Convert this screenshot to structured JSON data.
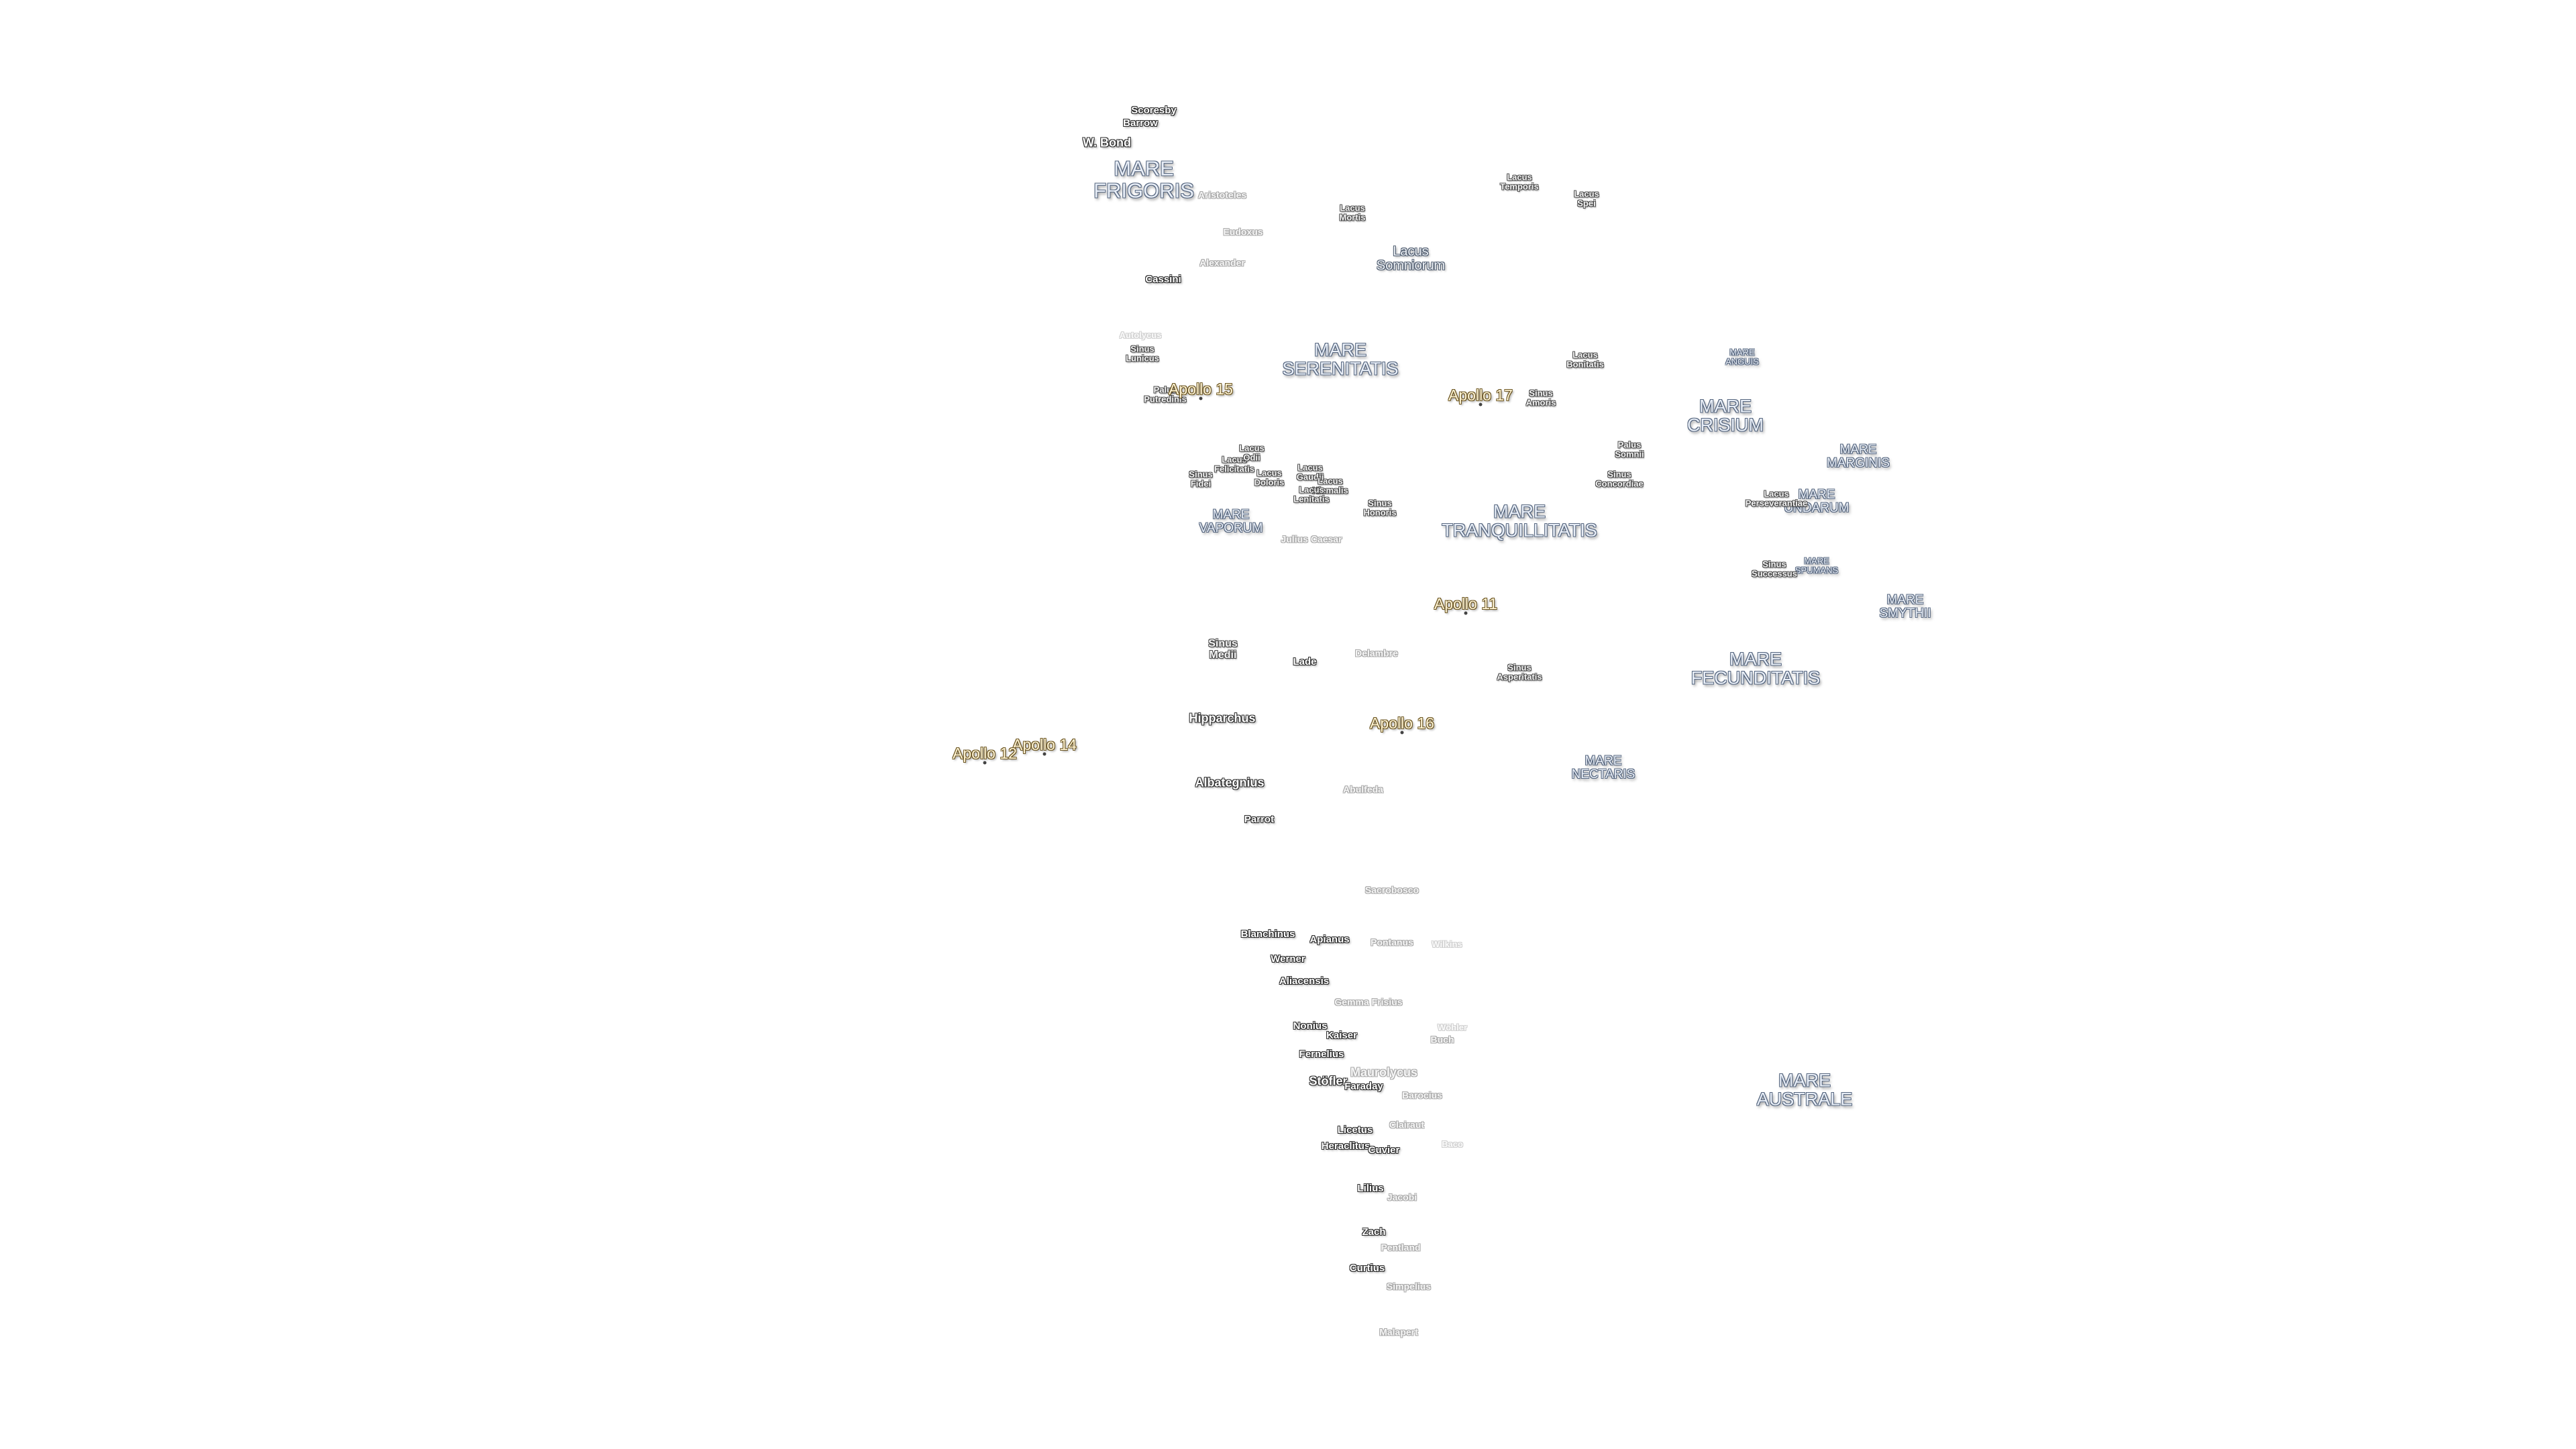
{
  "map": {
    "maria": [
      {
        "id": "frigoris",
        "lines": [
          "MARE",
          "FRIGORIS"
        ],
        "size": "lg"
      },
      {
        "id": "serenitatis",
        "lines": [
          "MARE",
          "SERENITATIS"
        ]
      },
      {
        "id": "tranquillitatis",
        "lines": [
          "MARE",
          "TRANQUILLITATIS"
        ]
      },
      {
        "id": "crisium",
        "lines": [
          "MARE",
          "CRISIUM"
        ]
      },
      {
        "id": "marginis",
        "lines": [
          "MARE",
          "MARGINIS"
        ],
        "size": "sm"
      },
      {
        "id": "undarum",
        "lines": [
          "MARE",
          "UNDARUM"
        ],
        "size": "sm"
      },
      {
        "id": "spumans",
        "lines": [
          "MARE",
          "SPUMANS"
        ],
        "size": "xs"
      },
      {
        "id": "anguis",
        "lines": [
          "MARE",
          "ANGUIS"
        ],
        "size": "xs"
      },
      {
        "id": "smythii",
        "lines": [
          "MARE",
          "SMYTHII"
        ],
        "size": "sm"
      },
      {
        "id": "fecunditatis",
        "lines": [
          "MARE",
          "FECUNDITATIS"
        ]
      },
      {
        "id": "nectaris",
        "lines": [
          "MARE",
          "NECTARIS"
        ],
        "size": "sm"
      },
      {
        "id": "vaporum",
        "lines": [
          "MARE",
          "VAPORUM"
        ],
        "size": "sm"
      },
      {
        "id": "australe",
        "lines": [
          "MARE",
          "AUSTRALE"
        ]
      }
    ],
    "lakes_bays": [
      {
        "id": "somniorum",
        "lines": [
          "Lacus",
          "Somniorum"
        ],
        "size": "lg"
      },
      {
        "id": "mortis",
        "lines": [
          "Lacus",
          "Mortis"
        ]
      },
      {
        "id": "temporis",
        "lines": [
          "Lacus",
          "Temporis"
        ]
      },
      {
        "id": "spei",
        "lines": [
          "Lacus",
          "Spei"
        ]
      },
      {
        "id": "bonitatis",
        "lines": [
          "Lacus",
          "Bonitatis"
        ]
      },
      {
        "id": "amoris",
        "lines": [
          "Sinus",
          "Amoris"
        ]
      },
      {
        "id": "somnii",
        "lines": [
          "Palus",
          "Somnii"
        ]
      },
      {
        "id": "concordiae",
        "lines": [
          "Sinus",
          "Concordiae"
        ]
      },
      {
        "id": "perseverantiae",
        "lines": [
          "Lacus",
          "Perseverantiae"
        ]
      },
      {
        "id": "successus",
        "lines": [
          "Sinus",
          "Successus"
        ]
      },
      {
        "id": "honoris",
        "lines": [
          "Sinus",
          "Honoris"
        ]
      },
      {
        "id": "lunicus",
        "lines": [
          "Sinus",
          "Lunicus"
        ]
      },
      {
        "id": "fidei",
        "lines": [
          "Sinus",
          "Fidei"
        ]
      },
      {
        "id": "felicitatis",
        "lines": [
          "Lacus",
          "Felicitatis"
        ]
      },
      {
        "id": "odii",
        "lines": [
          "Lacus",
          "Odii"
        ]
      },
      {
        "id": "doloris",
        "lines": [
          "Lacus",
          "Doloris"
        ]
      },
      {
        "id": "gaudii",
        "lines": [
          "Lacus",
          "Gaudii"
        ]
      },
      {
        "id": "hiemalis",
        "lines": [
          "Lacus",
          "Hiemalis"
        ]
      },
      {
        "id": "lenitatis",
        "lines": [
          "Lacus",
          "Lenitatis"
        ]
      },
      {
        "id": "asperitatis",
        "lines": [
          "Sinus",
          "Asperitatis"
        ]
      },
      {
        "id": "medii",
        "lines": [
          "Sinus",
          "Medii"
        ],
        "size": "md"
      },
      {
        "id": "putredinis",
        "lines": [
          "Palus",
          "Putredinis"
        ]
      }
    ],
    "craters": [
      {
        "id": "scoresby",
        "text": "Scoresby",
        "style": "normal"
      },
      {
        "id": "barrow",
        "text": "Barrow",
        "style": "normal"
      },
      {
        "id": "wbond",
        "text": "W. Bond",
        "style": "md"
      },
      {
        "id": "aristoteles",
        "text": "Aristoteles",
        "style": "fade"
      },
      {
        "id": "eudoxus",
        "text": "Eudoxus",
        "style": "fade"
      },
      {
        "id": "alexander",
        "text": "Alexander",
        "style": "fade"
      },
      {
        "id": "cassini",
        "text": "Cassini",
        "style": "normal"
      },
      {
        "id": "autolycus",
        "text": "Autolycus",
        "style": "ghost"
      },
      {
        "id": "juliuscaesar",
        "text": "Julius Caesar",
        "style": "fade"
      },
      {
        "id": "hipparchus",
        "text": "Hipparchus",
        "style": "md"
      },
      {
        "id": "lade",
        "text": "Lade",
        "style": "normal"
      },
      {
        "id": "delambre",
        "text": "Delambre",
        "style": "fade"
      },
      {
        "id": "albategnius",
        "text": "Albategnius",
        "style": "md"
      },
      {
        "id": "abulfeda",
        "text": "Abulfeda",
        "style": "fade"
      },
      {
        "id": "parrot",
        "text": "Parrot",
        "style": "normal"
      },
      {
        "id": "sacrobosco",
        "text": "Sacrobosco",
        "style": "fade"
      },
      {
        "id": "blanchinus",
        "text": "Blanchinus",
        "style": "normal"
      },
      {
        "id": "apianus",
        "text": "Apianus",
        "style": "normal"
      },
      {
        "id": "pontanus",
        "text": "Pontanus",
        "style": "fade"
      },
      {
        "id": "wilkins",
        "text": "Wilkins",
        "style": "ghost"
      },
      {
        "id": "werner",
        "text": "Werner",
        "style": "normal"
      },
      {
        "id": "aliacensis",
        "text": "Aliacensis",
        "style": "normal"
      },
      {
        "id": "gemmafrisius",
        "text": "Gemma Frisius",
        "style": "fade"
      },
      {
        "id": "nonius",
        "text": "Nonius",
        "style": "normal"
      },
      {
        "id": "kaiser",
        "text": "Kaiser",
        "style": "normal"
      },
      {
        "id": "wohler",
        "text": "Wöhler",
        "style": "ghost"
      },
      {
        "id": "buch",
        "text": "Buch",
        "style": "fade"
      },
      {
        "id": "fernelius",
        "text": "Fernelius",
        "style": "normal"
      },
      {
        "id": "stofler",
        "text": "Stöfler",
        "style": "md"
      },
      {
        "id": "maurolycus",
        "text": "Maurolycus",
        "style": "fadebig"
      },
      {
        "id": "faraday",
        "text": "Faraday",
        "style": "normal"
      },
      {
        "id": "barocius",
        "text": "Barocius",
        "style": "fade"
      },
      {
        "id": "licetus",
        "text": "Licetus",
        "style": "normal"
      },
      {
        "id": "clairaut",
        "text": "Clairaut",
        "style": "fade"
      },
      {
        "id": "heraclitus",
        "text": "Heraclitus",
        "style": "normal"
      },
      {
        "id": "cuvier",
        "text": "Cuvier",
        "style": "normal"
      },
      {
        "id": "baco",
        "text": "Baco",
        "style": "ghost"
      },
      {
        "id": "lilius",
        "text": "Lilius",
        "style": "normal"
      },
      {
        "id": "jacobi",
        "text": "Jacobi",
        "style": "fade"
      },
      {
        "id": "zach",
        "text": "Zach",
        "style": "normal"
      },
      {
        "id": "pentland",
        "text": "Pentland",
        "style": "fade"
      },
      {
        "id": "curtius",
        "text": "Curtius",
        "style": "normal"
      },
      {
        "id": "simpelius",
        "text": "Simpelius",
        "style": "fade"
      },
      {
        "id": "malapert",
        "text": "Malapert",
        "style": "fade"
      }
    ],
    "apollo_sites": [
      {
        "id": "a15",
        "text": "Apollo 15"
      },
      {
        "id": "a17",
        "text": "Apollo 17"
      },
      {
        "id": "a11",
        "text": "Apollo 11"
      },
      {
        "id": "a16",
        "text": "Apollo 16"
      },
      {
        "id": "a14",
        "text": "Apollo 14"
      },
      {
        "id": "a12",
        "text": "Apollo 12"
      }
    ]
  }
}
